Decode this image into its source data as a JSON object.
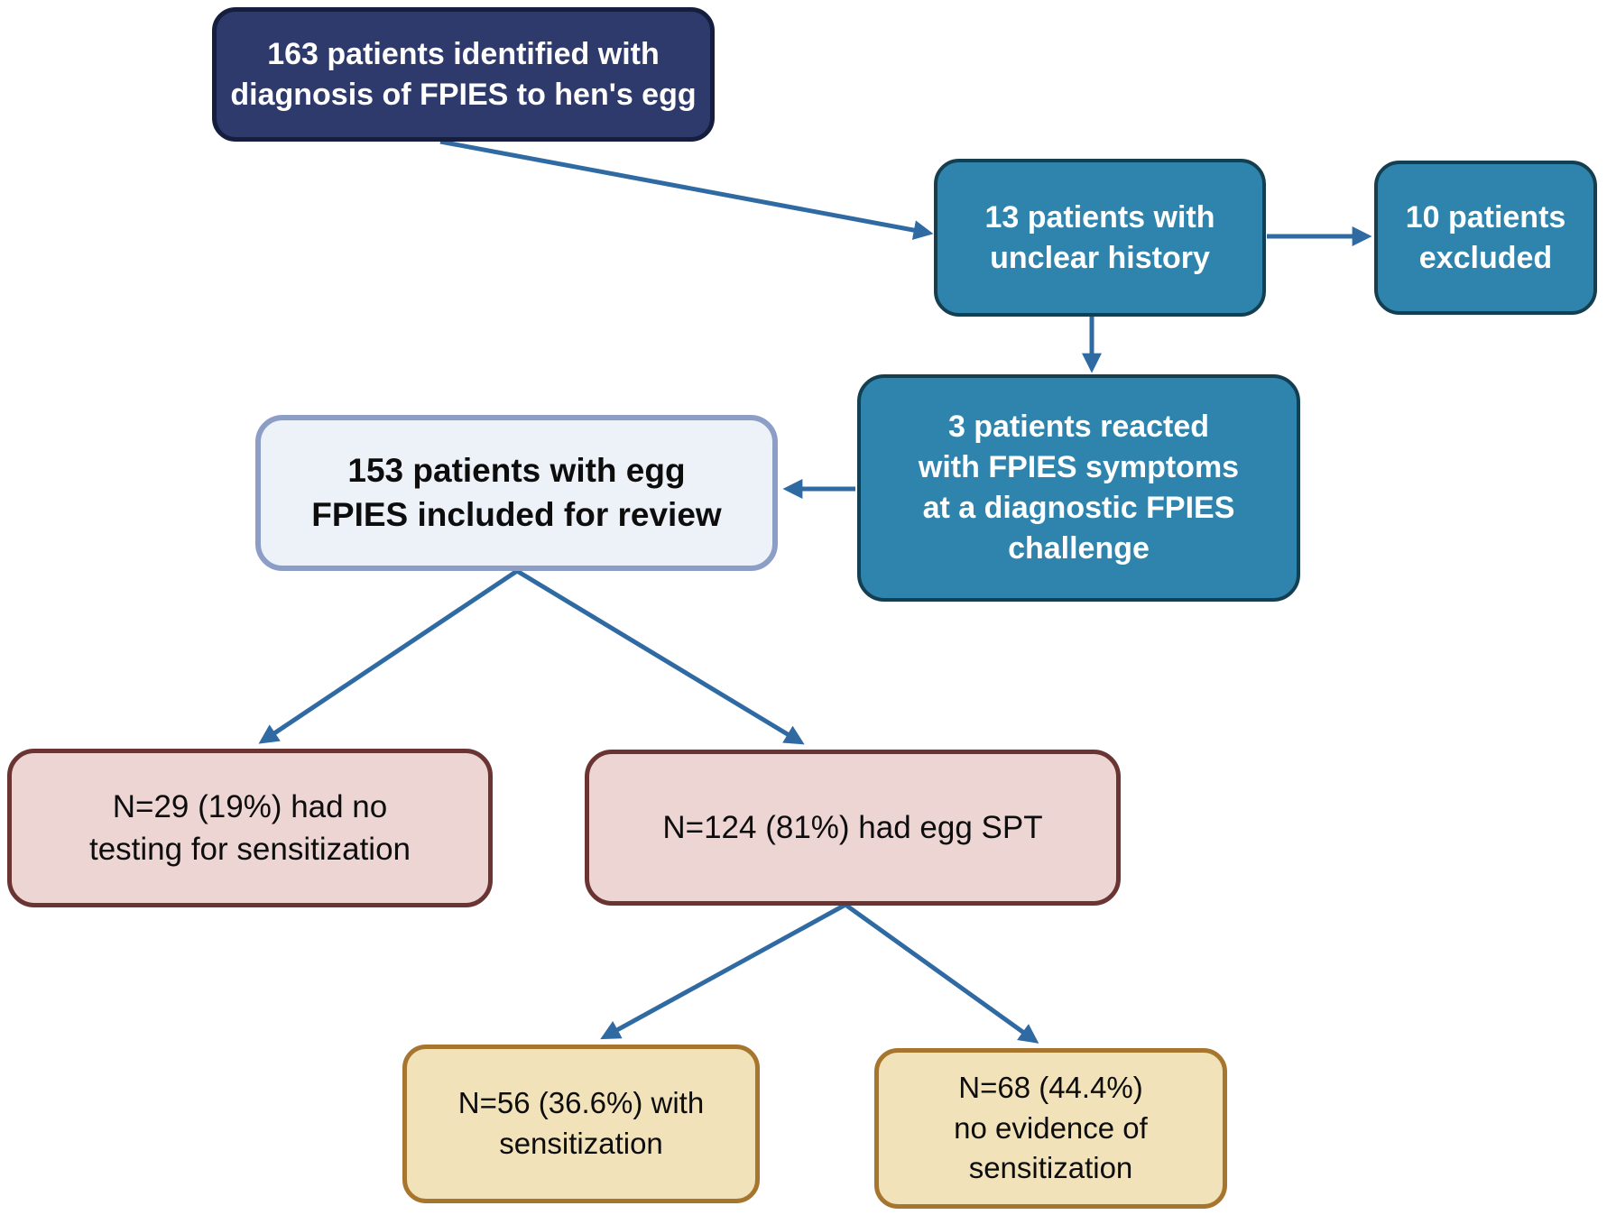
{
  "nodes": {
    "identified": {
      "lines": [
        "163 patients identified with",
        "diagnosis of FPIES to hen's egg"
      ]
    },
    "unclear": {
      "lines": [
        "13 patients with",
        "unclear history"
      ]
    },
    "excluded": {
      "lines": [
        "10 patients",
        "excluded"
      ]
    },
    "reacted": {
      "lines": [
        "3 patients reacted",
        "with FPIES symptoms",
        "at a diagnostic FPIES",
        "challenge"
      ]
    },
    "included": {
      "lines": [
        "153 patients with egg",
        "FPIES included for review"
      ]
    },
    "no_testing": {
      "lines": [
        "N=29 (19%) had no",
        "testing for sensitization"
      ]
    },
    "had_spt": {
      "lines": [
        "N=124 (81%) had egg SPT"
      ]
    },
    "sensitized": {
      "lines": [
        "N=56 (36.6%) with",
        "sensitization"
      ]
    },
    "not_sensitized": {
      "lines": [
        "N=68 (44.4%)",
        "no evidence of",
        "sensitization"
      ]
    }
  },
  "edges": [
    {
      "from": "identified",
      "to": "unclear"
    },
    {
      "from": "unclear",
      "to": "excluded"
    },
    {
      "from": "unclear",
      "to": "reacted"
    },
    {
      "from": "reacted",
      "to": "included"
    },
    {
      "from": "included",
      "to": "no_testing"
    },
    {
      "from": "included",
      "to": "had_spt"
    },
    {
      "from": "had_spt",
      "to": "sensitized"
    },
    {
      "from": "had_spt",
      "to": "not_sensitized"
    }
  ],
  "colors": {
    "navy_fill": "#2e3a6b",
    "navy_border": "#161e3f",
    "teal_fill": "#2e84ad",
    "teal_border": "#133f50",
    "light_fill": "#edf1f8",
    "light_border": "#8d9ec6",
    "pink_fill": "#ecd5d3",
    "pink_border": "#6a3433",
    "tan_fill": "#f1e2ba",
    "tan_border": "#a7762e",
    "arrow": "#2f6aa3",
    "text_light": "#ffffff",
    "text_dark": "#0d0d0d"
  }
}
